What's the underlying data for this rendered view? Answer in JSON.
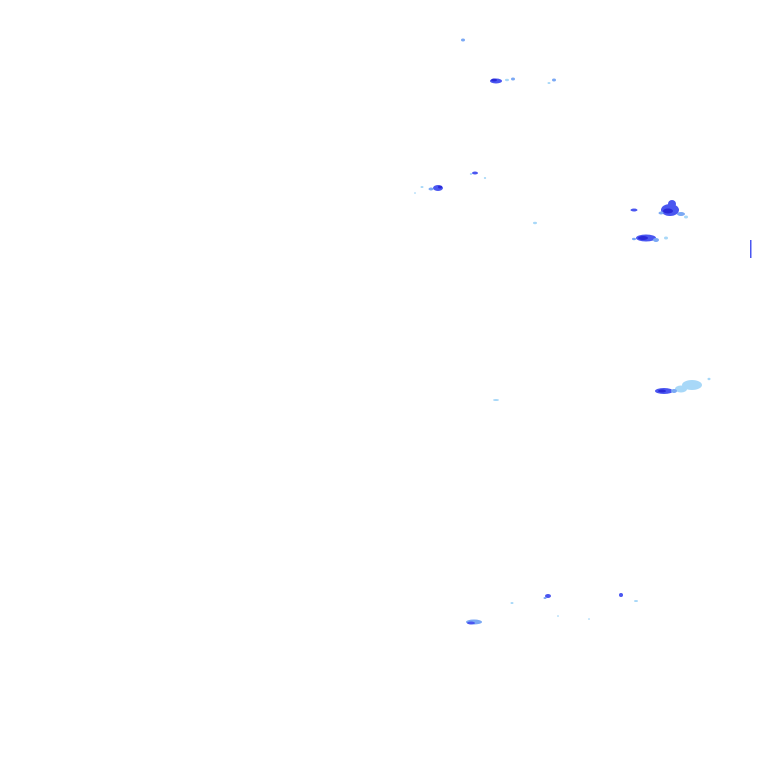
{
  "colors": {
    "background": "#ffffff",
    "echo_light": "#a8d8f8",
    "echo_medium": "#7aa8f4",
    "echo_strong": "#4a56f0",
    "echo_core": "#2a2ad8"
  },
  "echo_intensity_levels": [
    "light",
    "medium",
    "strong",
    "core"
  ]
}
